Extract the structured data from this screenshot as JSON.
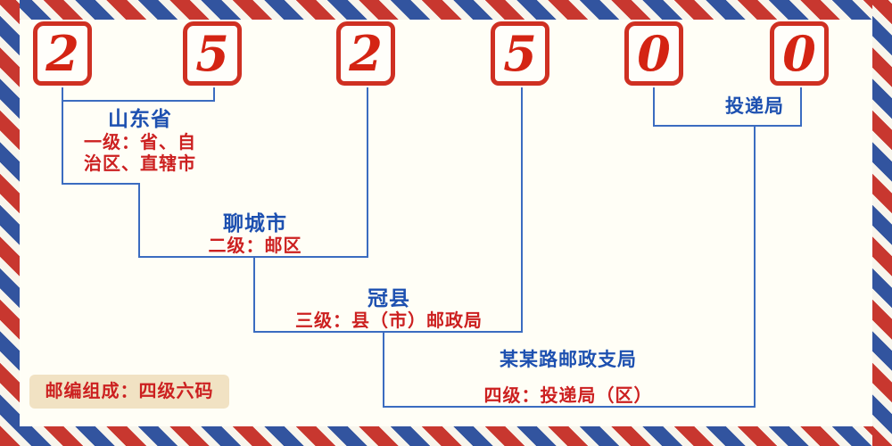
{
  "digits": [
    "2",
    "5",
    "2",
    "5",
    "0",
    "0"
  ],
  "annotations": {
    "level1": {
      "place": "山东省",
      "desc_line1": "一级：省、自",
      "desc_line2": "治区、直辖市"
    },
    "level2": {
      "place": "聊城市",
      "desc": "二级：邮区"
    },
    "level3": {
      "place": "冠县",
      "desc": "三级：县（市）邮政局"
    },
    "level4": {
      "place": "某某路邮政支局",
      "desc": "四级：投递局（区）"
    },
    "delivery_label": "投递局",
    "badge": "邮编组成：四级六码"
  },
  "colors": {
    "digit_red": "#d42413",
    "box_border_red": "#cf3022",
    "place_blue": "#1d50b0",
    "desc_red": "#cc2020",
    "line_blue": "#3b6cc0",
    "badge_bg": "#f1e2c3",
    "border_stripe_red": "#c8372f",
    "border_stripe_blue": "#32549f",
    "background": "#fffef6"
  }
}
